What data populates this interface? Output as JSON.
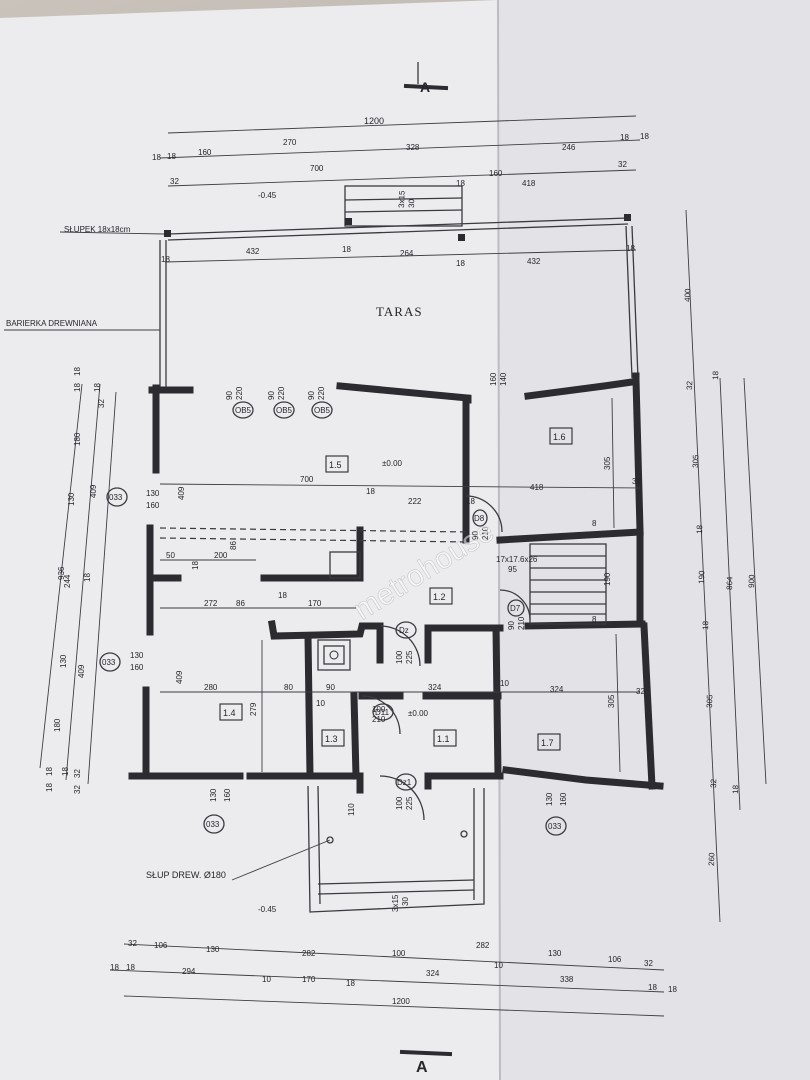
{
  "section_marker": "A",
  "watermark": "metrohouse",
  "labels": {
    "post": "SŁUPEK 18x18cm",
    "railing": "BARIERKA DREWNIANA",
    "terrace": "TARAS",
    "wood_column": "SŁUP DREW. Ø180",
    "level_top": "-0.45",
    "level_bottom": "-0.45",
    "level_15": "±0.00",
    "level_11": "±0.00",
    "stair_spec": "17x17.6x26"
  },
  "rooms": [
    "1.1",
    "1.2",
    "1.3",
    "1.4",
    "1.5",
    "1.6",
    "1.7"
  ],
  "tags": [
    "OB5",
    "OB5",
    "OB5",
    "D8",
    "D7",
    "Dz",
    "D11",
    "Dz1"
  ],
  "tags_033": [
    "033",
    "033",
    "033",
    "033"
  ],
  "top_dims": {
    "row1": [
      "1200"
    ],
    "row2": [
      "18",
      "18",
      "160",
      "270",
      "328",
      "160",
      "246",
      "18",
      "18"
    ],
    "row3": [
      "32",
      "700",
      "18",
      "418",
      "32"
    ],
    "row4": [
      "18",
      "432",
      "18",
      "264",
      "18",
      "432",
      "18"
    ]
  },
  "bottom_dims": {
    "row1": [
      "32",
      "106",
      "130",
      "282",
      "100",
      "282",
      "130",
      "106",
      "32"
    ],
    "row2": [
      "18",
      "18",
      "294",
      "10",
      "170",
      "18",
      "324",
      "10",
      "338",
      "18",
      "18"
    ],
    "row3": [
      "1200"
    ]
  },
  "left_dims": {
    "outer": [
      "936",
      "18",
      "18",
      "18",
      "18"
    ],
    "mid": [
      "180",
      "130",
      "244",
      "130",
      "180",
      "18",
      "18",
      "32"
    ],
    "inner": [
      "409",
      "18",
      "409",
      "32",
      "32"
    ]
  },
  "right_dims": {
    "outer": [
      "400",
      "900",
      "260"
    ],
    "mid": [
      "864",
      "18",
      "18"
    ],
    "inner": [
      "32",
      "305",
      "18",
      "190",
      "18",
      "305",
      "32"
    ]
  },
  "interior_dims": [
    "700",
    "18",
    "222",
    "418",
    "50",
    "200",
    "272",
    "86",
    "18",
    "170",
    "280",
    "80",
    "90",
    "324",
    "324",
    "279",
    "305",
    "305",
    "190",
    "86",
    "18",
    "10",
    "10",
    "110",
    "3x15",
    "30",
    "3x15",
    "30",
    "90",
    "220",
    "90",
    "220",
    "90",
    "220",
    "90",
    "210",
    "90",
    "210",
    "100",
    "225",
    "100",
    "225",
    "100",
    "210",
    "130",
    "160",
    "130",
    "160",
    "130",
    "160",
    "130",
    "160",
    "160",
    "140",
    "95",
    "8",
    "8",
    "18"
  ]
}
